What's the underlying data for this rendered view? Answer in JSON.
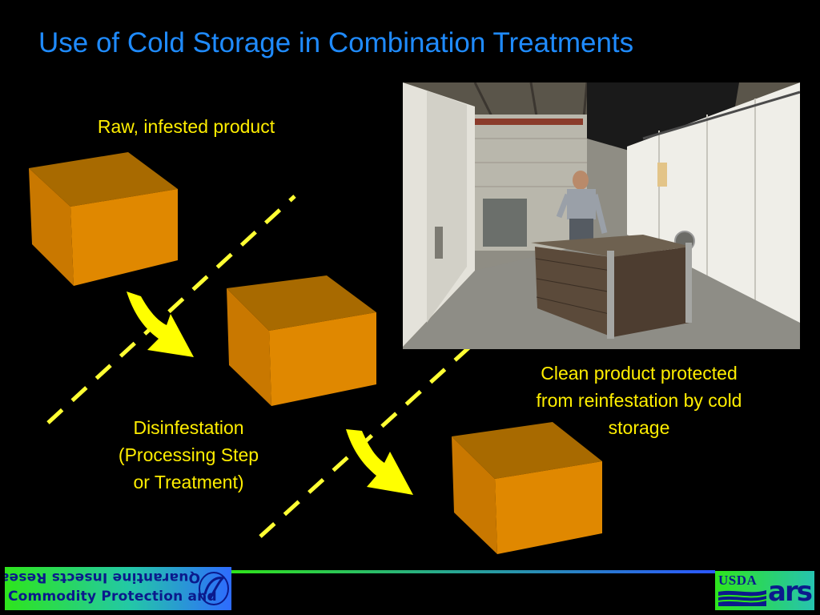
{
  "slide": {
    "title": "Use of Cold Storage in Combination Treatments",
    "captions": {
      "raw": "Raw, infested product",
      "disinfestation": [
        "Disinfestation",
        "(Processing Step",
        "or Treatment)"
      ],
      "clean": [
        "Clean product protected",
        "from reinfestation by cold",
        "storage"
      ]
    }
  },
  "footer": {
    "left_logo_lines": [
      "Quarantine Insects Research",
      "Commodity Protection and"
    ],
    "right_logo_text": "USDA",
    "right_logo_mark": "ars"
  },
  "colors": {
    "title": "#1f8bff",
    "caption": "#ffee00",
    "box_top": "#a86a00",
    "box_front": "#e08800",
    "box_side": "#cd7a00",
    "arrow": "#ffff00",
    "dashed_line": "#ffff33"
  },
  "icons": [
    "cube-icon",
    "curved-arrow-icon",
    "dashed-line",
    "cold-storage-photo",
    "cpqir-logo",
    "usda-ars-logo"
  ]
}
